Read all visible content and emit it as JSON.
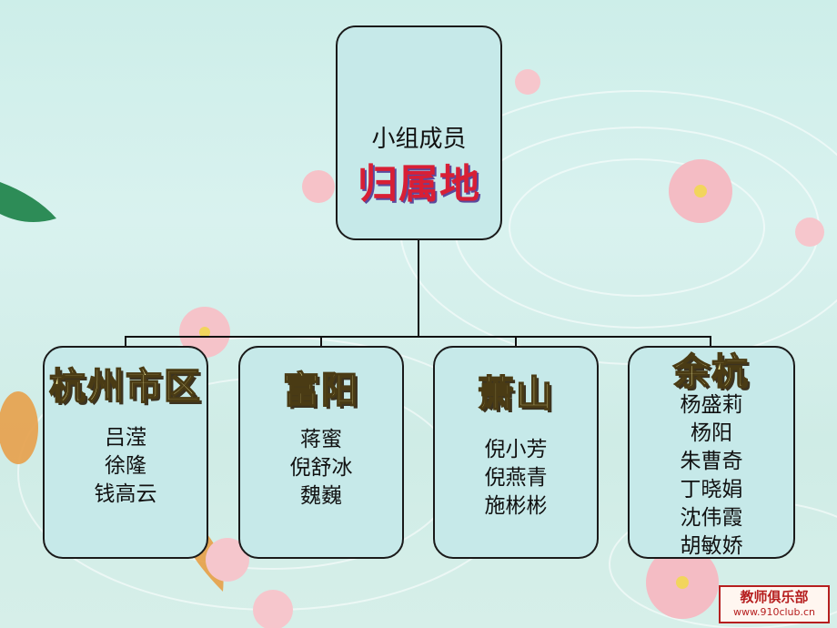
{
  "root": {
    "subtitle": "小组成员",
    "title": "归属地"
  },
  "branches": [
    {
      "region": "杭州市区",
      "members": [
        "吕滢",
        "徐隆",
        "钱高云"
      ]
    },
    {
      "region": "富阳",
      "members": [
        "蒋蜜",
        "倪舒冰",
        "魏巍"
      ]
    },
    {
      "region": "萧山",
      "members": [
        "倪小芳",
        "倪燕青",
        "施彬彬"
      ]
    },
    {
      "region": "余杭",
      "members": [
        "杨盛莉",
        "杨阳",
        "朱曹奇",
        "丁晓娟",
        "沈伟霞",
        "胡敏娇"
      ]
    }
  ],
  "watermark": {
    "line1": "教师俱乐部",
    "line2": "www.910club.cn"
  },
  "colors": {
    "box_fill": "#c6e9e9",
    "title_red": "#d81f35",
    "region_yellow": "#f8f3a3"
  }
}
